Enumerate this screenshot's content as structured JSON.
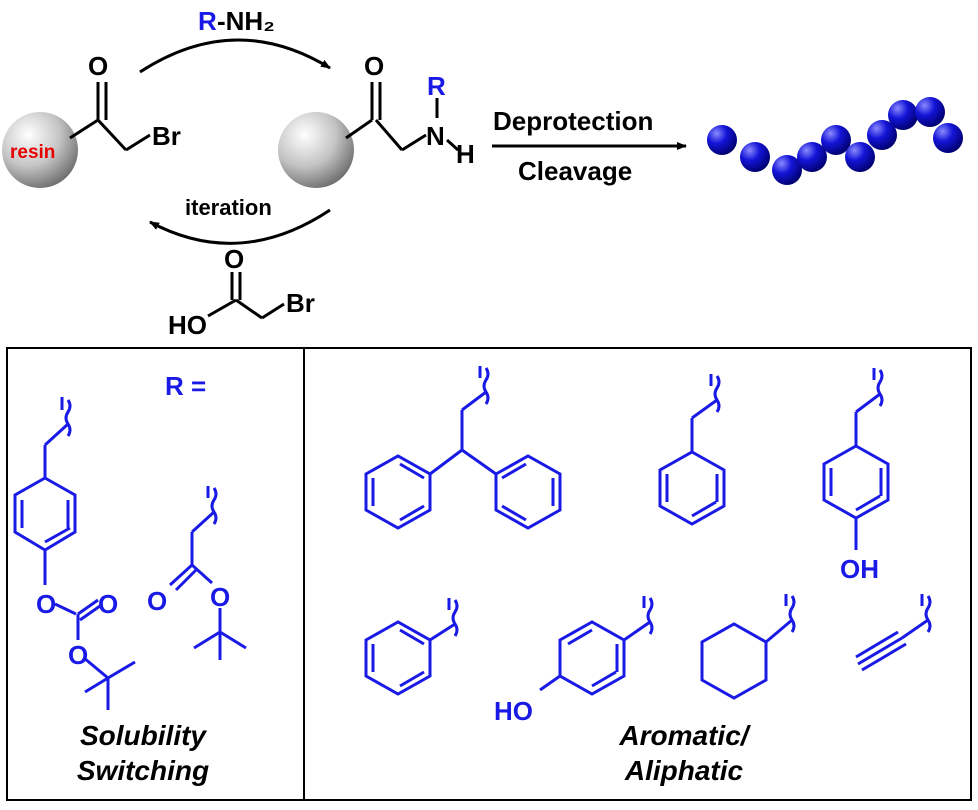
{
  "colors": {
    "black": "#000000",
    "blue": "#1a1ae6",
    "red": "#e60000",
    "bead": "#1010d0",
    "resin_gray": "#bdbdbd"
  },
  "top": {
    "reagent_R": "R",
    "reagent_rest": "-NH₂",
    "resin_label": "resin",
    "O": "O",
    "Br": "Br",
    "N": "N",
    "H": "H",
    "R": "R",
    "step1": "Deprotection",
    "step2": "Cleavage",
    "iteration": "iteration",
    "HO": "HO"
  },
  "bottom": {
    "r_equals": "R =",
    "left_caption_1": "Solubility",
    "left_caption_2": "Switching",
    "right_caption_1": "Aromatic/",
    "right_caption_2": "Aliphatic",
    "O": "O",
    "OH": "OH",
    "HO": "HO"
  }
}
